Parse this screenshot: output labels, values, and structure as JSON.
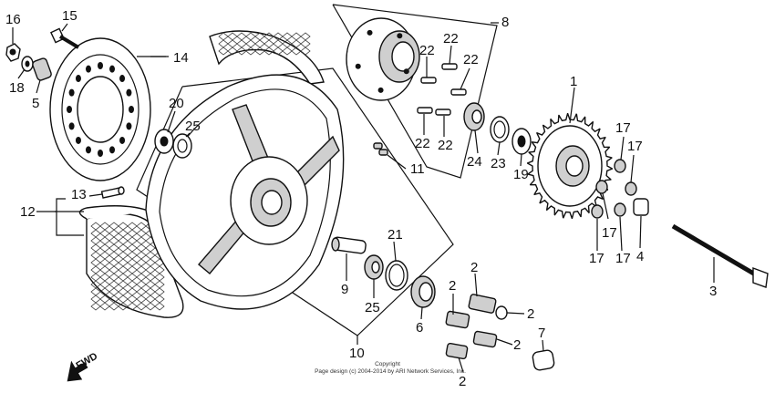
{
  "labels": {
    "p1": "1",
    "p2a": "2",
    "p2b": "2",
    "p2c": "2",
    "p2d": "2",
    "p2e": "2",
    "p3": "3",
    "p4": "4",
    "p5": "5",
    "p6": "6",
    "p7": "7",
    "p8": "8",
    "p9": "9",
    "p10": "10",
    "p11": "11",
    "p12": "12",
    "p13": "13",
    "p14": "14",
    "p15": "15",
    "p16": "16",
    "p17a": "17",
    "p17b": "17",
    "p17c": "17",
    "p17d": "17",
    "p17e": "17",
    "p18": "18",
    "p19": "19",
    "p20": "20",
    "p21": "21",
    "p22a": "22",
    "p22b": "22",
    "p22c": "22",
    "p22d": "22",
    "p22e": "22",
    "p23": "23",
    "p24": "24",
    "p25a": "25",
    "p25b": "25"
  },
  "footer": {
    "copyright_line1": "Copyright",
    "copyright_line2": "Page design (c) 2004-2014 by ARI Network Services, Inc."
  },
  "direction": {
    "label": "FWD"
  },
  "colors": {
    "ink": "#111111",
    "paper": "#ffffff",
    "shade": "#cfcfcf"
  }
}
